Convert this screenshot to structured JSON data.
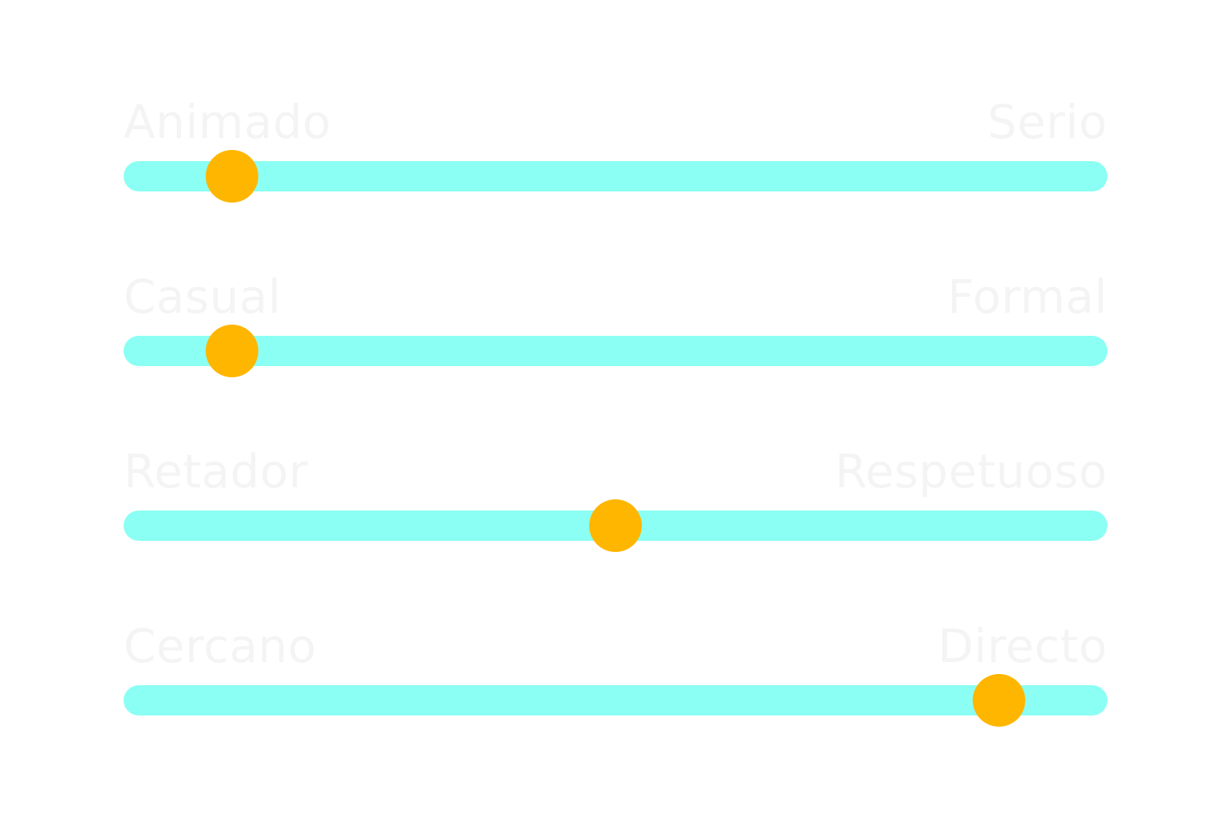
{
  "colors": {
    "track": "#8bfff3",
    "thumb": "#ffb600",
    "label": "#f4f4f4",
    "background": "#ffffff"
  },
  "sliders": [
    {
      "left_label": "Animado",
      "right_label": "Serio",
      "value": 0.11
    },
    {
      "left_label": "Casual",
      "right_label": "Formal",
      "value": 0.11
    },
    {
      "left_label": "Retador",
      "right_label": "Respetuoso",
      "value": 0.5
    },
    {
      "left_label": "Cercano",
      "right_label": "Directo",
      "value": 0.89
    }
  ]
}
